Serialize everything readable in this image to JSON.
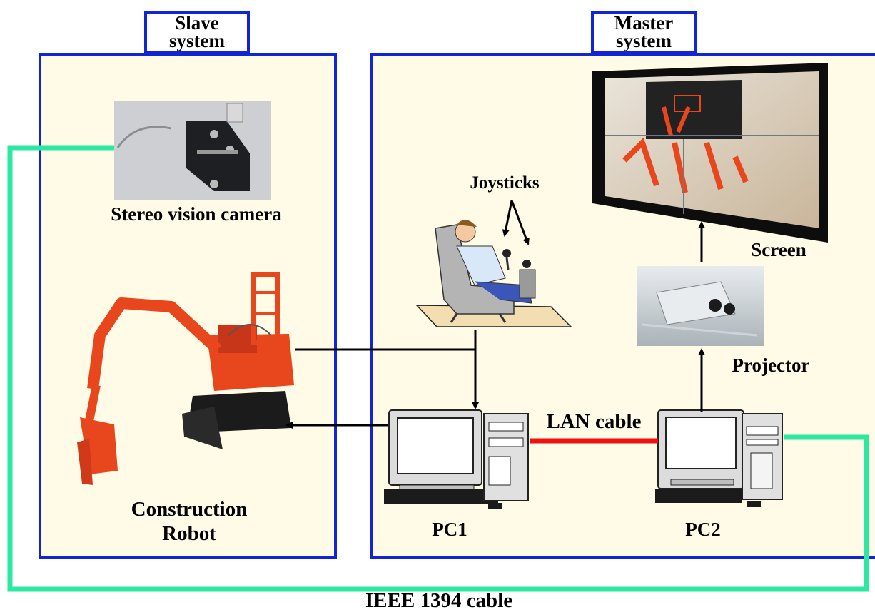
{
  "slave_panel": {
    "title": "Slave system"
  },
  "master_panel": {
    "title": "Master system"
  },
  "labels": {
    "stereo_camera": "Stereo vision camera",
    "construction_robot_line1": "Construction",
    "construction_robot_line2": "Robot",
    "joysticks": "Joysticks",
    "screen": "Screen",
    "projector": "Projector",
    "lan_cable": "LAN cable",
    "pc1": "PC1",
    "pc2": "PC2",
    "ieee_cable": "IEEE 1394 cable"
  },
  "colors": {
    "panel_border": "#1026d6",
    "panel_fill": "#fffbe6",
    "ieee_cable": "#2de8a0",
    "lan_cable": "#ee1111",
    "robot": "#e8461c",
    "arrow": "#000000"
  }
}
